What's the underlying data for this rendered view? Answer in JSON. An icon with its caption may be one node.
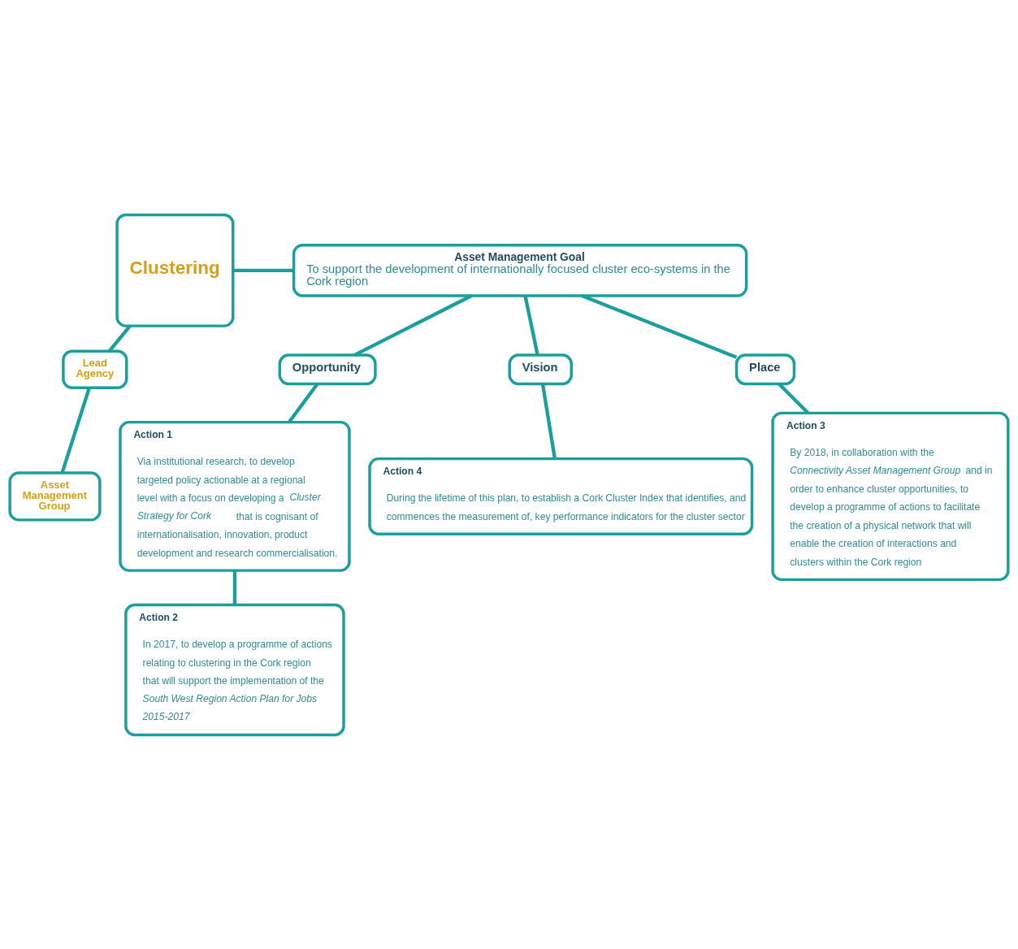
{
  "diagram": {
    "nodes": [
      {
        "text": [
          "Clustering"
        ]
      },
      {
        "text": [
          "Asset Management Goal",
          "To support the development of internationally focused cluster eco-systems in the Cork region"
        ]
      },
      {
        "text": [
          "Lead Agency"
        ]
      },
      {
        "text": [
          "Asset Management Group"
        ]
      },
      {
        "text": [
          "Opportunity"
        ]
      },
      {
        "text": [
          "Vision"
        ]
      },
      {
        "text": [
          "Place"
        ]
      },
      {
        "text": [
          "Action 1",
          "Via institutional research, to develop targeted policy actionable at a regional level with a focus on developing a *Cluster Strategy for Cork* that is cognisant of internationalisation, innovation, product development and research commercialisation."
        ]
      },
      {
        "text": [
          "Action 2",
          "In 2017, to develop a programme of actions relating to clustering in the Cork region that will support the implementation of the *South West Region Action Plan for Jobs 2015-2017*"
        ]
      },
      {
        "text": [
          "Action 3",
          "By 2018, in collaboration with the *Connectivity Asset Management Group* and in order to enhance cluster opportunities, to develop a programme of actions to facilitate the creation of a physical network that will enable the creation of interactions and clusters within the Cork region"
        ]
      },
      {
        "text": [
          "Action 4",
          "During the lifetime of this plan, to establish a Cork Cluster Index that identifies, and commences the measurement of, key performance indicators for the cluster sector"
        ]
      }
    ],
    "edges": [
      {
        "from": 0,
        "to": 1,
        "arrow": "none"
      },
      {
        "from": 0,
        "to": 2,
        "arrow": "none"
      },
      {
        "from": 2,
        "to": 3,
        "arrow": "none"
      },
      {
        "from": 1,
        "to": 4,
        "arrow": "none"
      },
      {
        "from": 1,
        "to": 5,
        "arrow": "none"
      },
      {
        "from": 1,
        "to": 6,
        "arrow": "none"
      },
      {
        "from": 4,
        "to": 7,
        "arrow": "none"
      },
      {
        "from": 7,
        "to": 8,
        "arrow": "none"
      },
      {
        "from": 6,
        "to": 9,
        "arrow": "none"
      },
      {
        "from": 5,
        "to": 10,
        "arrow": "none"
      }
    ]
  }
}
